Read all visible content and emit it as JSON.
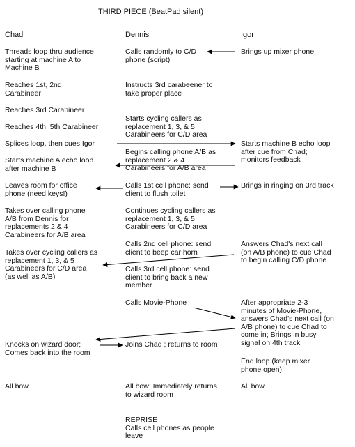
{
  "title": "THIRD PIECE (BeatPad silent)",
  "headers": {
    "chad": "Chad",
    "dennis": "Dennis",
    "igor": "Igor"
  },
  "chad": [
    "Threads loop thru audience\nstarting at machine A to\nMachine B",
    "Reaches 1st, 2nd\nCarabineer",
    "Reaches 3rd Carabineer",
    "Reaches 4th, 5th Carabineer",
    "Splices loop, then cues Igor",
    "Starts machine A echo loop\nafter machine B",
    "Leaves room for office\nphone (need keys!)",
    "Takes over calling phone\nA/B from Dennis for\nreplacements 2 & 4\nCarabineers for A/B area",
    "Takes over cycling callers as\nreplacement 1, 3, & 5\nCarabineers for C/D area\n(as well as A/B)",
    "Knocks on wizard door;\nComes back into the room",
    "All bow"
  ],
  "dennis": [
    "Calls randomly to C/D\nphone (script)",
    "Instructs 3rd carabeener to\ntake proper place",
    "Starts cycling callers as\nreplacement 1, 3, & 5\nCarabineers for C/D area",
    "Begins calling phone A/B as\nreplacement 2 & 4\nCarabineers for A/B area",
    "Calls 1st cell phone: send\nclient to flush toilet",
    "Continues cycling callers as\nreplacement 1, 3, & 5\nCarabineers for C/D area",
    "Calls 2nd cell phone: send\nclient to beep car horn",
    "Calls 3rd cell phone: send\nclient to bring back a new\nmember",
    "Calls Movie-Phone",
    "Joins Chad ; returns to room",
    "All bow; Immediately returns\nto wizard room",
    "REPRISE\nCalls cell phones as people\nleave"
  ],
  "igor": [
    "Brings up mixer phone",
    "Starts machine B echo loop\nafter cue from Chad;\nmonitors feedback",
    "Brings in ringing on 3rd track",
    "Answers Chad's next call\n(on A/B phone) to cue Chad\nto begin calling C/D phone",
    "After appropriate 2-3\nminutes of Movie-Phone,\nanswers Chad's next call (on\nA/B phone) to cue Chad to\ncome in; Brings in busy\nsignal on 4th track",
    "End loop (keep mixer\nphone open)",
    "All bow"
  ]
}
